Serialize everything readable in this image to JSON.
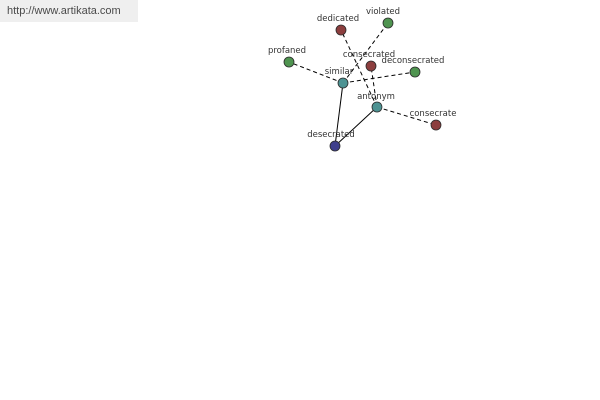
{
  "banner": {
    "url": "http://www.artikata.com"
  },
  "graph": {
    "colors": {
      "hub": "#4d9393",
      "main": "#3f3f8c",
      "synonym": "#4f9450",
      "antonym": "#8c3e3e",
      "edge": "#000000",
      "node_stroke": "#2a2a2a"
    },
    "nodes": [
      {
        "id": "desecrated",
        "label": "desecrated",
        "kind": "main"
      },
      {
        "id": "similar",
        "label": "similar",
        "kind": "hub"
      },
      {
        "id": "antonym",
        "label": "antonym",
        "kind": "hub"
      },
      {
        "id": "profaned",
        "label": "profaned",
        "kind": "synonym"
      },
      {
        "id": "violated",
        "label": "violated",
        "kind": "synonym"
      },
      {
        "id": "deconsecrated",
        "label": "deconsecrated",
        "kind": "synonym"
      },
      {
        "id": "dedicated",
        "label": "dedicated",
        "kind": "antonym"
      },
      {
        "id": "consecrated",
        "label": "consecrated",
        "kind": "antonym"
      },
      {
        "id": "consecrate",
        "label": "consecrate",
        "kind": "antonym"
      }
    ],
    "edges": [
      {
        "from": "desecrated",
        "to": "similar",
        "style": "solid"
      },
      {
        "from": "desecrated",
        "to": "antonym",
        "style": "solid"
      },
      {
        "from": "similar",
        "to": "profaned",
        "style": "dashed"
      },
      {
        "from": "similar",
        "to": "violated",
        "style": "dashed"
      },
      {
        "from": "similar",
        "to": "deconsecrated",
        "style": "dashed"
      },
      {
        "from": "antonym",
        "to": "dedicated",
        "style": "dashed"
      },
      {
        "from": "antonym",
        "to": "consecrated",
        "style": "dashed"
      },
      {
        "from": "antonym",
        "to": "consecrate",
        "style": "dashed"
      }
    ]
  }
}
